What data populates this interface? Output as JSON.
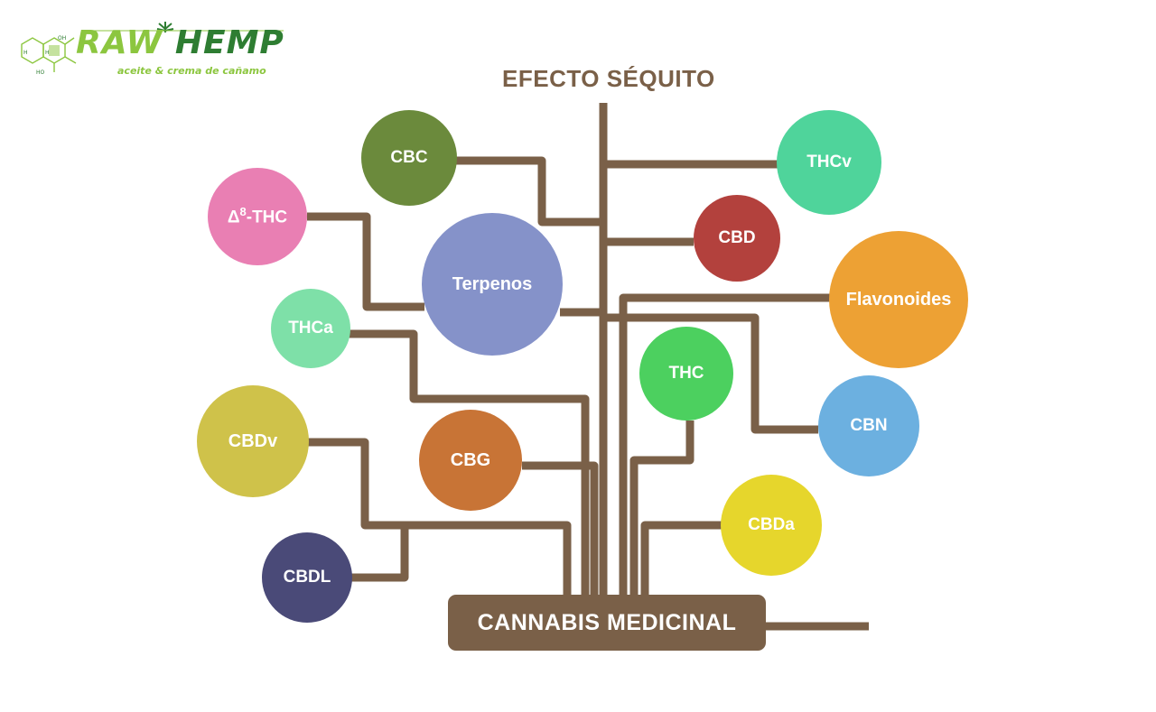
{
  "brand": {
    "name_part1": "RAW",
    "name_part2": "HEMP",
    "tagline": "aceite & crema de cañamo",
    "molecule_labels": [
      "OH",
      "H",
      "H",
      "HO"
    ],
    "colors": {
      "light_green": "#8cc63f",
      "dark_green": "#2e7d32"
    }
  },
  "diagram": {
    "title": "EFECTO SÉQUITO",
    "base_label": "CANNABIS MEDICINAL",
    "connector_color": "#7a6048",
    "nodes": [
      {
        "id": "cbc",
        "label": "CBC",
        "color": "#6b8a3c"
      },
      {
        "id": "d8thc",
        "label": "Δ",
        "sup": "8",
        "suffix": "-THC",
        "color": "#e97fb3"
      },
      {
        "id": "terpenos",
        "label": "Terpenos",
        "color": "#8592c9"
      },
      {
        "id": "thca",
        "label": "THCa",
        "color": "#7ee0a8"
      },
      {
        "id": "cbdv",
        "label": "CBDv",
        "color": "#cfc24a"
      },
      {
        "id": "cbg",
        "label": "CBG",
        "color": "#c87436"
      },
      {
        "id": "cbdl",
        "label": "CBDL",
        "color": "#4a4a78"
      },
      {
        "id": "thcv",
        "label": "THCv",
        "color": "#4fd49b"
      },
      {
        "id": "cbd",
        "label": "CBD",
        "color": "#b3413d"
      },
      {
        "id": "flavonoides",
        "label": "Flavonoides",
        "color": "#eda134"
      },
      {
        "id": "thc",
        "label": "THC",
        "color": "#4cd05f"
      },
      {
        "id": "cbn",
        "label": "CBN",
        "color": "#6cb0e0"
      },
      {
        "id": "cbda",
        "label": "CBDa",
        "color": "#e6d62c"
      }
    ]
  }
}
